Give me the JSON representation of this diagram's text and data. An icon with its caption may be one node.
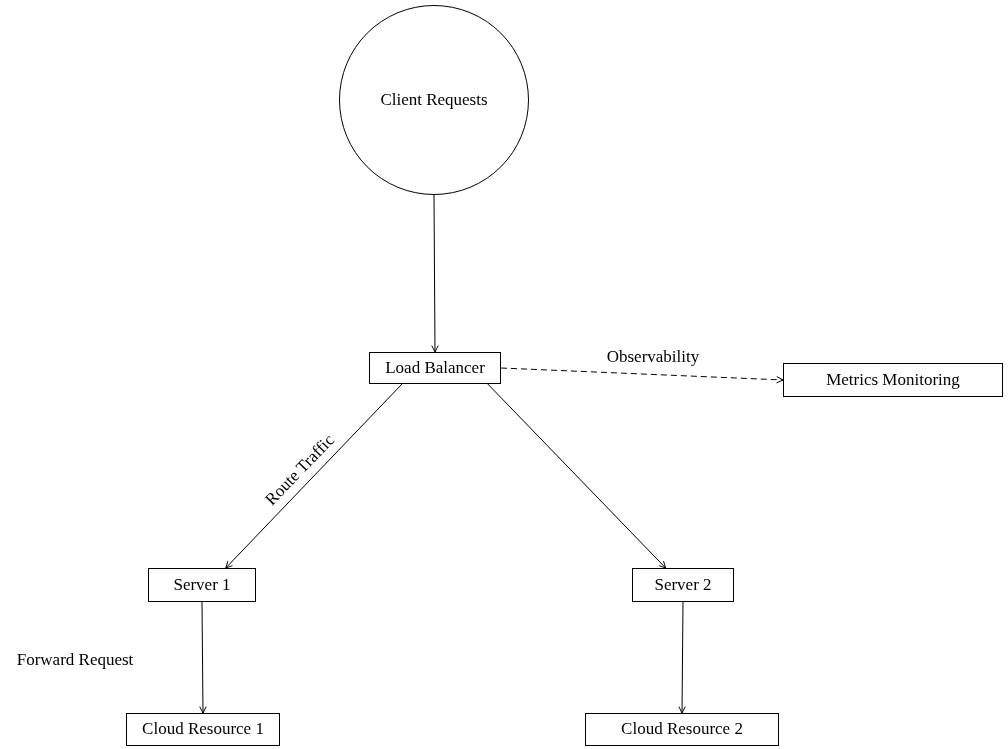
{
  "diagram": {
    "nodes": [
      {
        "text": [
          "Client Requests"
        ]
      },
      {
        "text": [
          "Load Balancer"
        ]
      },
      {
        "text": [
          "Metrics Monitoring"
        ]
      },
      {
        "text": [
          "Server 1"
        ]
      },
      {
        "text": [
          "Server 2"
        ]
      },
      {
        "text": [
          "Cloud Resource 1"
        ]
      },
      {
        "text": [
          "Cloud Resource 2"
        ]
      }
    ],
    "edges": [
      {
        "from": 0,
        "to": 1,
        "arrow": "to"
      },
      {
        "from": 1,
        "to": 2,
        "arrow": "to",
        "label": "Observability",
        "style": "dashed"
      },
      {
        "from": 1,
        "to": 3,
        "arrow": "to",
        "label": "Route Traffic"
      },
      {
        "from": 1,
        "to": 4,
        "arrow": "to"
      },
      {
        "from": 3,
        "to": 5,
        "arrow": "to",
        "label": "Forward Request"
      },
      {
        "from": 4,
        "to": 6,
        "arrow": "to"
      }
    ]
  }
}
